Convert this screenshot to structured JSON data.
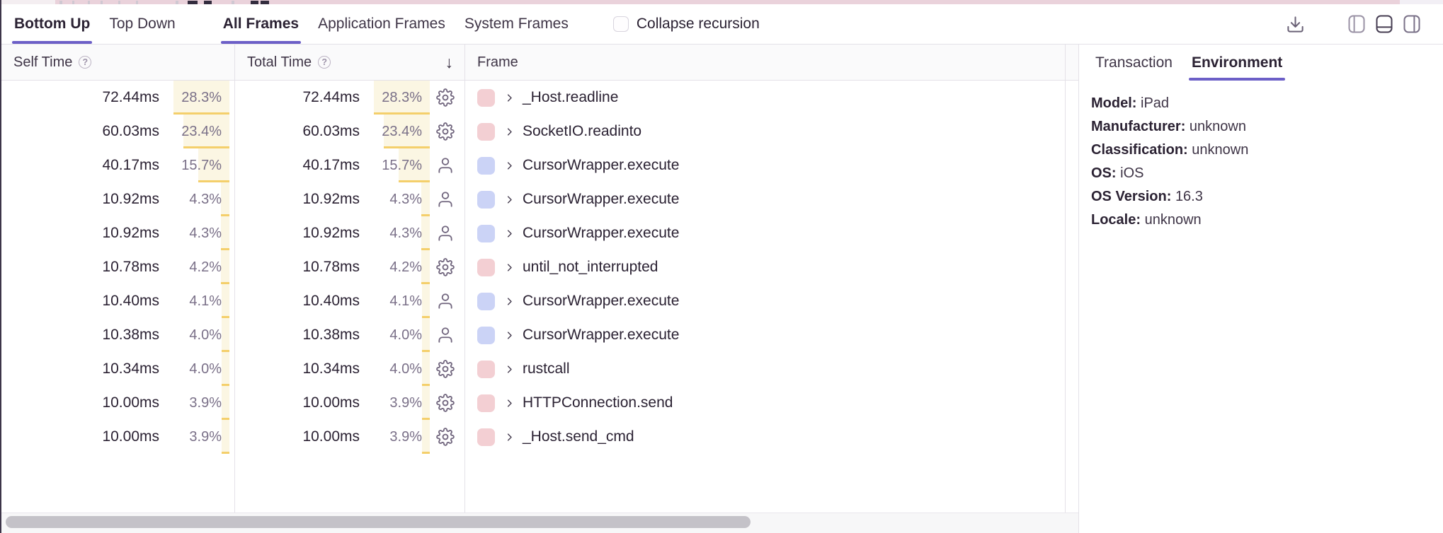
{
  "toolbar": {
    "tabs": [
      {
        "label": "Bottom Up",
        "active": true
      },
      {
        "label": "Top Down",
        "active": false
      },
      {
        "label": "All Frames",
        "active": true
      },
      {
        "label": "Application Frames",
        "active": false
      },
      {
        "label": "System Frames",
        "active": false
      }
    ],
    "collapse_recursion_label": "Collapse recursion",
    "collapse_recursion_checked": false,
    "actions": [
      "download-icon",
      "layout-left-panel-icon",
      "layout-bottom-panel-icon",
      "layout-right-panel-icon"
    ]
  },
  "table": {
    "columns": {
      "self": {
        "label": "Self Time",
        "help_icon": true
      },
      "total": {
        "label": "Total Time",
        "help_icon": true,
        "sort_indicator": "↓"
      },
      "frame": {
        "label": "Frame"
      }
    },
    "rows": [
      {
        "self_time": "72.44ms",
        "self_pct": "28.3%",
        "total_time": "72.44ms",
        "total_pct": "28.3%",
        "pct": 28.3,
        "frame_type_icon": "gear-icon",
        "swatch_color": "pink",
        "name": "_Host.readline"
      },
      {
        "self_time": "60.03ms",
        "self_pct": "23.4%",
        "total_time": "60.03ms",
        "total_pct": "23.4%",
        "pct": 23.4,
        "frame_type_icon": "gear-icon",
        "swatch_color": "pink",
        "name": "SocketIO.readinto"
      },
      {
        "self_time": "40.17ms",
        "self_pct": "15.7%",
        "total_time": "40.17ms",
        "total_pct": "15.7%",
        "pct": 15.7,
        "frame_type_icon": "user-icon",
        "swatch_color": "purple",
        "name": "CursorWrapper.execute"
      },
      {
        "self_time": "10.92ms",
        "self_pct": "4.3%",
        "total_time": "10.92ms",
        "total_pct": "4.3%",
        "pct": 4.3,
        "frame_type_icon": "user-icon",
        "swatch_color": "purple",
        "name": "CursorWrapper.execute"
      },
      {
        "self_time": "10.92ms",
        "self_pct": "4.3%",
        "total_time": "10.92ms",
        "total_pct": "4.3%",
        "pct": 4.3,
        "frame_type_icon": "user-icon",
        "swatch_color": "purple",
        "name": "CursorWrapper.execute"
      },
      {
        "self_time": "10.78ms",
        "self_pct": "4.2%",
        "total_time": "10.78ms",
        "total_pct": "4.2%",
        "pct": 4.2,
        "frame_type_icon": "gear-icon",
        "swatch_color": "pink",
        "name": "until_not_interrupted"
      },
      {
        "self_time": "10.40ms",
        "self_pct": "4.1%",
        "total_time": "10.40ms",
        "total_pct": "4.1%",
        "pct": 4.1,
        "frame_type_icon": "user-icon",
        "swatch_color": "purple",
        "name": "CursorWrapper.execute"
      },
      {
        "self_time": "10.38ms",
        "self_pct": "4.0%",
        "total_time": "10.38ms",
        "total_pct": "4.0%",
        "pct": 4.0,
        "frame_type_icon": "user-icon",
        "swatch_color": "purple",
        "name": "CursorWrapper.execute"
      },
      {
        "self_time": "10.34ms",
        "self_pct": "4.0%",
        "total_time": "10.34ms",
        "total_pct": "4.0%",
        "pct": 4.0,
        "frame_type_icon": "gear-icon",
        "swatch_color": "pink",
        "name": "rustcall"
      },
      {
        "self_time": "10.00ms",
        "self_pct": "3.9%",
        "total_time": "10.00ms",
        "total_pct": "3.9%",
        "pct": 3.9,
        "frame_type_icon": "gear-icon",
        "swatch_color": "pink",
        "name": "HTTPConnection.send"
      },
      {
        "self_time": "10.00ms",
        "self_pct": "3.9%",
        "total_time": "10.00ms",
        "total_pct": "3.9%",
        "pct": 3.9,
        "frame_type_icon": "gear-icon",
        "swatch_color": "pink",
        "name": "_Host.send_cmd"
      }
    ]
  },
  "side_panel": {
    "tabs": [
      {
        "label": "Transaction",
        "active": false
      },
      {
        "label": "Environment",
        "active": true
      }
    ],
    "environment_fields": [
      {
        "label": "Model:",
        "value": "iPad"
      },
      {
        "label": "Manufacturer:",
        "value": "unknown"
      },
      {
        "label": "Classification:",
        "value": "unknown"
      },
      {
        "label": "OS:",
        "value": "iOS"
      },
      {
        "label": "OS Version:",
        "value": "16.3"
      },
      {
        "label": "Locale:",
        "value": "unknown"
      }
    ]
  },
  "colors": {
    "accent": "#6C5FC7",
    "frame_pink": "#F3CFD3",
    "frame_purple": "#CBD3F6",
    "pct_bar_fill": "#FBF6E3",
    "pct_bar_edge": "#F4CF6B"
  }
}
